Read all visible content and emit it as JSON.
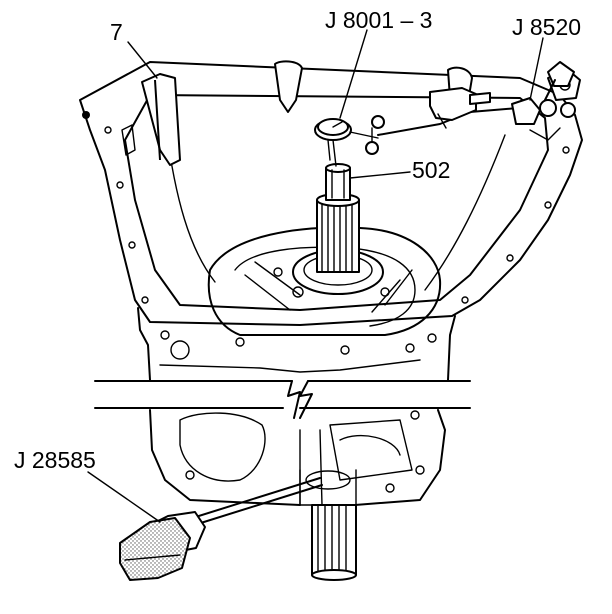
{
  "callouts": {
    "housing_label": "7",
    "dial_indicator_label": "J 8001 – 3",
    "holder_label": "J 8520",
    "shaft_label": "502",
    "screwdriver_label": "J 28585"
  }
}
